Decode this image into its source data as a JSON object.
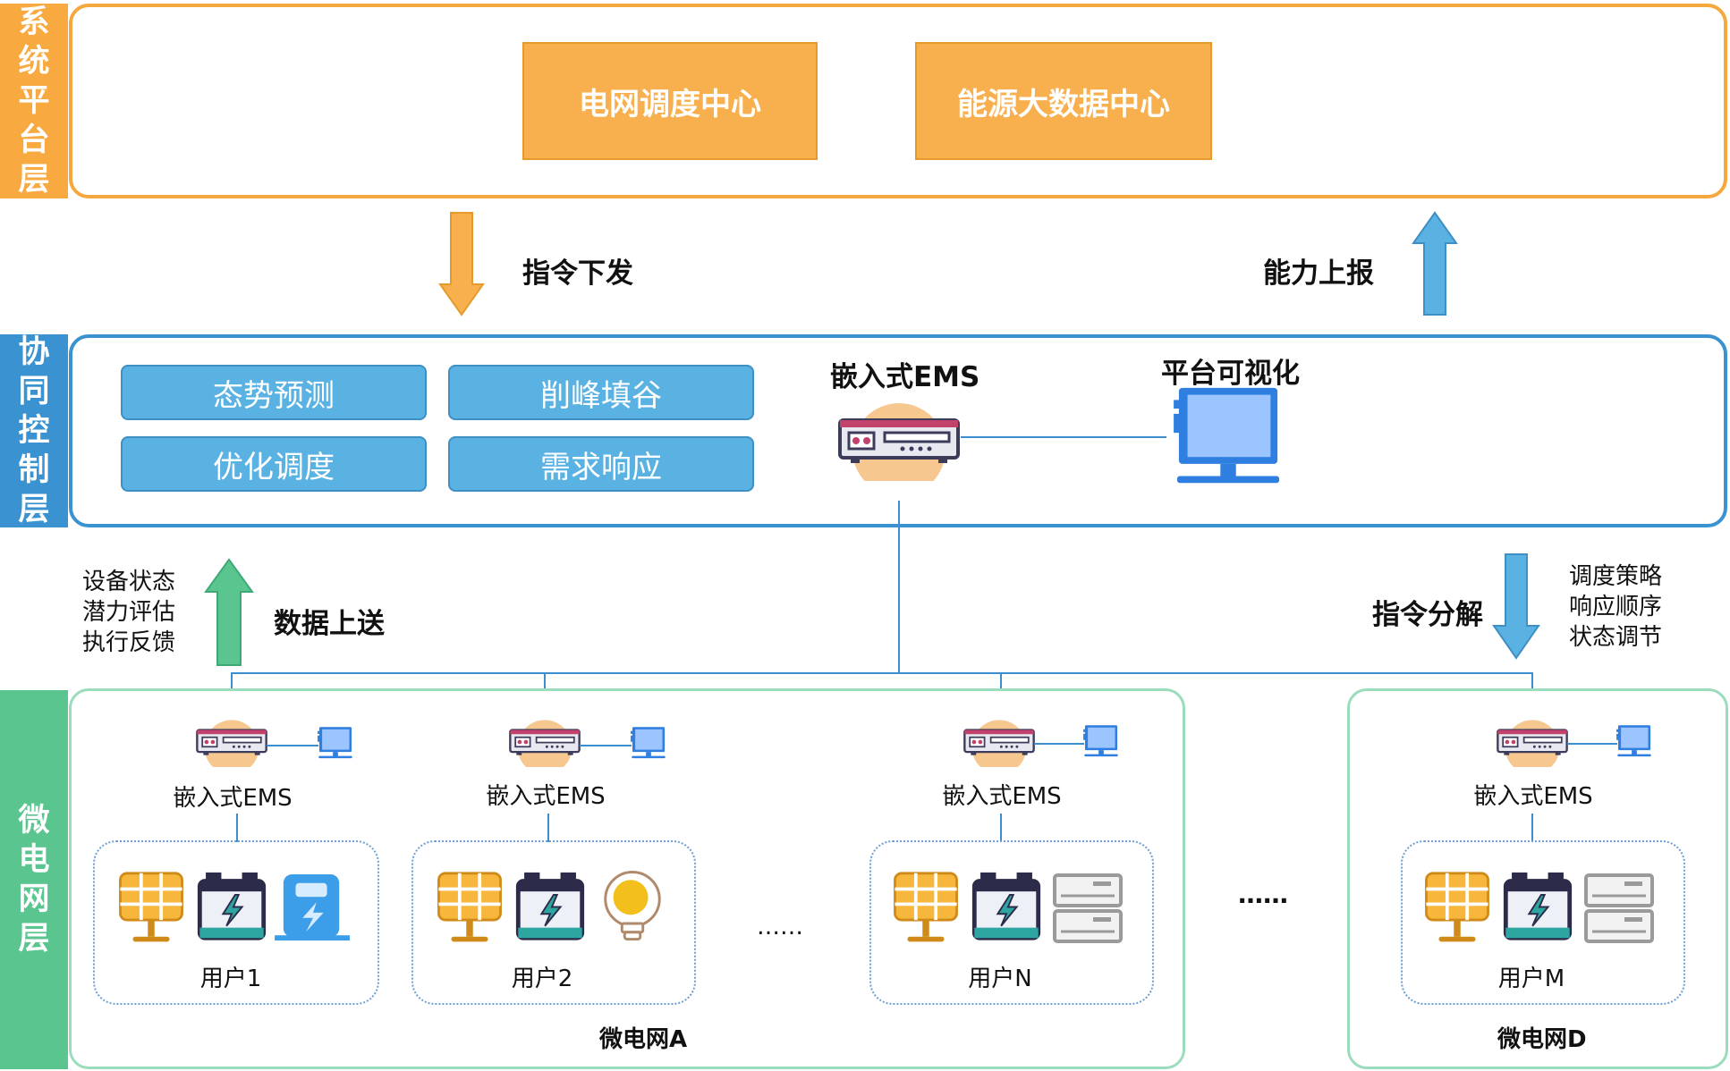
{
  "layers": {
    "platform": "系统平台层",
    "control": "协同控制层",
    "microgrid": "微电网层"
  },
  "platform": {
    "box1": "电网调度中心",
    "box2": "能源大数据中心"
  },
  "flows": {
    "command_down": "指令下发",
    "capability_up": "能力上报",
    "data_up": "数据上送",
    "command_decompose": "指令分解"
  },
  "data_up_items": [
    "设备状态",
    "潜力评估",
    "执行反馈"
  ],
  "decompose_items": [
    "调度策略",
    "响应顺序",
    "状态调节"
  ],
  "control": {
    "btn1": "态势预测",
    "btn2": "削峰填谷",
    "btn3": "优化调度",
    "btn4": "需求响应",
    "ems_title": "嵌入式EMS",
    "vis_title": "平台可视化"
  },
  "microgrid": {
    "ems_label": "嵌入式EMS",
    "users": [
      "用户1",
      "用户2",
      "用户N",
      "用户M"
    ],
    "ellipsis_users": "……",
    "ellipsis_grids": "……",
    "grid_a": "微电网A",
    "grid_d": "微电网D"
  },
  "colors": {
    "orange": "#f8b04f",
    "blue": "#5ab2e3",
    "green": "#5bc590",
    "line_blue": "#3b8fd0"
  },
  "icons": [
    "server-icon",
    "monitor-icon",
    "solar-panel-icon",
    "battery-icon",
    "charging-pile-icon",
    "light-bulb-icon",
    "storage-cabinet-icon"
  ]
}
